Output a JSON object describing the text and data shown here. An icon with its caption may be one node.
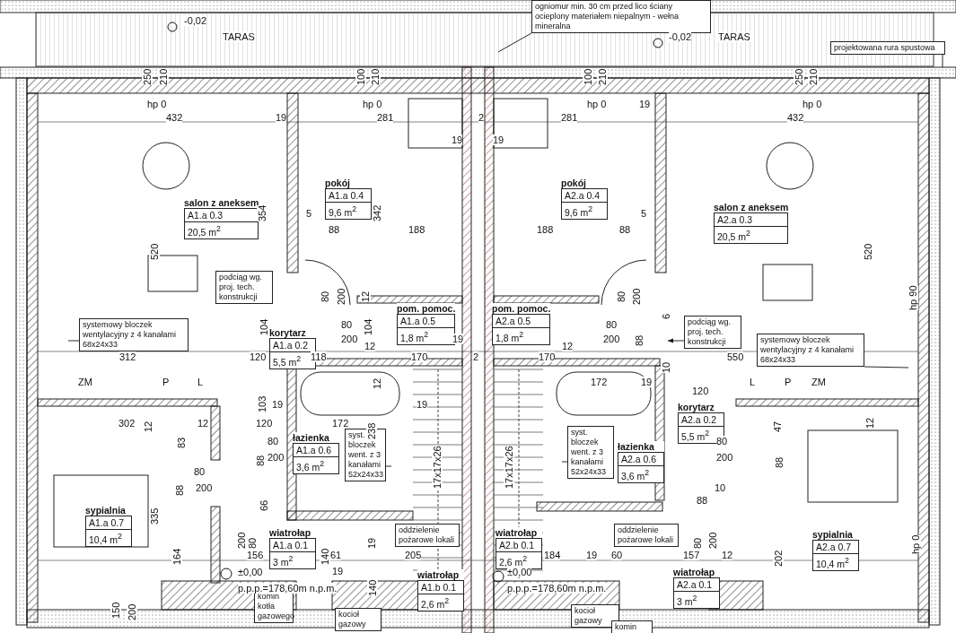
{
  "diagram": {
    "nodes": [
      {
        "text": [
          "salon z aneksem",
          "A1.a 0.3",
          "20,5 m$^{2}$"
        ]
      },
      {
        "text": [
          "pokój",
          "A1.a 0.4",
          "9,6 m$^{2}$"
        ]
      },
      {
        "text": [
          "korytarz",
          "A1.a 0.2",
          "5,5 m$^{2}$"
        ]
      },
      {
        "text": [
          "pom. pomoc.",
          "A1.a 0.5",
          "1,8 m$^{2}$"
        ]
      },
      {
        "text": [
          "łazienka",
          "A1.a 0.6",
          "3,6 m$^{2}$"
        ]
      },
      {
        "text": [
          "sypialnia",
          "A1.a 0.7",
          "10,4 m$^{2}$"
        ]
      },
      {
        "text": [
          "wiatrołap",
          "A1.a 0.1",
          "3 m$^{2}$"
        ]
      },
      {
        "text": [
          "wiatrołap",
          "A1.b 0.1",
          "2,6 m$^{2}$"
        ]
      },
      {
        "text": [
          "pokój",
          "A2.a 0.4",
          "9,6 m$^{2}$"
        ]
      },
      {
        "text": [
          "salon z aneksem",
          "A2.a 0.3",
          "20,5 m$^{2}$"
        ]
      },
      {
        "text": [
          "pom. pomoc.",
          "A2.a 0.5",
          "1,8 m$^{2}$"
        ]
      },
      {
        "text": [
          "korytarz",
          "A2.a 0.2",
          "5,5 m$^{2}$"
        ]
      },
      {
        "text": [
          "łazienka",
          "A2.a 0.6",
          "3,6 m$^{2}$"
        ]
      },
      {
        "text": [
          "wiatrołap",
          "A2.b 0.1",
          "2,6 m$^{2}$"
        ]
      },
      {
        "text": [
          "wiatrołap",
          "A2.a 0.1",
          "3 m$^{2}$"
        ]
      },
      {
        "text": [
          "sypialnia",
          "A2.a 0.7",
          "10,4 m$^{2}$"
        ]
      },
      {
        "text": [
          "ogniomur min. 30 cm przed lico ściany ocieplony materiałem niepalnym - wełna mineralna"
        ]
      },
      {
        "text": [
          "projektowana rura spustowa"
        ]
      },
      {
        "text": [
          "podciąg wg. proj. tech. konstrukcji"
        ]
      },
      {
        "text": [
          "systemowy bloczek wentylacyjny z 4 kanałami 68x24x33"
        ]
      },
      {
        "text": [
          "podciąg wg. proj. tech. konstrukcji"
        ]
      },
      {
        "text": [
          "systemowy bloczek wentylacyjny z 4 kanałami 68x24x33"
        ]
      },
      {
        "text": [
          "syst. bloczek went. z 3 kanałami 52x24x33"
        ]
      },
      {
        "text": [
          "syst. bloczek went. z 3 kanałami 52x24x33"
        ]
      },
      {
        "text": [
          "oddzielenie pożarowe lokali"
        ]
      },
      {
        "text": [
          "oddzielenie pożarowe lokali"
        ]
      },
      {
        "text": [
          "komin kotła gazowego"
        ]
      },
      {
        "text": [
          "kocioł gazowy"
        ]
      },
      {
        "text": [
          "kocioł gazowy"
        ]
      },
      {
        "text": [
          "komin kotła"
        ]
      }
    ],
    "edges": [
      {
        "from": 16,
        "to": null,
        "arrow": "none"
      },
      {
        "from": 17,
        "to": null,
        "arrow": "none"
      },
      {
        "from": 19,
        "to": null,
        "arrow": "none"
      },
      {
        "from": 20,
        "to": null,
        "arrow": "to"
      },
      {
        "from": 21,
        "to": null,
        "arrow": "none"
      },
      {
        "from": 22,
        "to": null,
        "arrow": "none"
      },
      {
        "from": 23,
        "to": null,
        "arrow": "none"
      }
    ],
    "labels": [
      "-0,02",
      "TARAS",
      "-0,02",
      "TARAS",
      "250",
      "210",
      "100",
      "210",
      "100",
      "210",
      "250",
      "210",
      "hp 0",
      "hp 0",
      "hp 0",
      "19",
      "hp 0",
      "432",
      "19",
      "281",
      "2",
      "281",
      "432",
      "19",
      "19",
      "354",
      "5",
      "342",
      "5",
      "88",
      "188",
      "188",
      "88",
      "520",
      "520",
      "80",
      "200",
      "12",
      "80",
      "200",
      "hp 90",
      "104",
      "80",
      "104",
      "80",
      "6",
      "200",
      "19",
      "200",
      "88",
      "12",
      "12",
      "312",
      "120",
      "118",
      "170",
      "2",
      "170",
      "550",
      "10",
      "ZM",
      "P",
      "L",
      "12",
      "172",
      "19",
      "L",
      "P",
      "ZM",
      "120",
      "103",
      "19",
      "19",
      "302",
      "12",
      "12",
      "120",
      "172",
      "238",
      "47",
      "12",
      "83",
      "80",
      "80",
      "88",
      "200",
      "200",
      "88",
      "80",
      "17x17x26",
      "17x17x26",
      "88",
      "200",
      "10",
      "66",
      "88",
      "335",
      "200",
      "80",
      "19",
      "80",
      "200",
      "hp 0",
      "164",
      "156",
      "140",
      "61",
      "205",
      "184",
      "19",
      "60",
      "157",
      "12",
      "202",
      "±0,00",
      "19",
      "±0,00",
      "p.p.p.=178,60m n.p.m.",
      "140",
      "p.p.p.=178,60m n.p.m.",
      "150",
      "200"
    ]
  }
}
